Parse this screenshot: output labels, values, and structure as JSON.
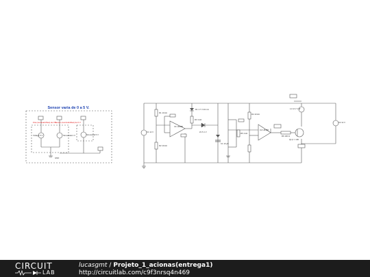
{
  "schematic": {
    "left_title": "Sensor varia de 0 a 5 V.",
    "red_label_1": "Fixa (nominal/offset) de 0 V",
    "red_label_2": "Sensor (nominal/offset) de 0 V",
    "src_1": "Voltage 5 V",
    "src_2": "Sinusoidal 2 V",
    "src_3": "Sinusoidal 5 V",
    "gnd_label": "GND",
    "v_main": "V1 12 V",
    "r1": "R1 10 kΩ",
    "r2": "R2 10 kΩ",
    "r3": "R3 1 kΩ",
    "r4": "R4 10 kΩ",
    "r5": "R5 1 kΩ",
    "r6": "R6 100 Ω",
    "opamp_1": "U1 LM358",
    "opamp_2": "U2 LM358",
    "led_1": "D1 1.7 V 20 mA",
    "zener": "Z1 5.1 V",
    "cap": "C1 10 µF",
    "transistor": "Q1 β = 100",
    "lamp": "L1 12 V 1 W",
    "v_out": "V2 12 V"
  },
  "footer": {
    "logo_top": "CIRCUIT",
    "logo_bottom": "LAB",
    "user": "lucasgmt",
    "separator": "/",
    "project": "Projeto_1_acionas(entrega1)",
    "url": "http://circuitlab.com/c9f3nrsq4n469"
  }
}
